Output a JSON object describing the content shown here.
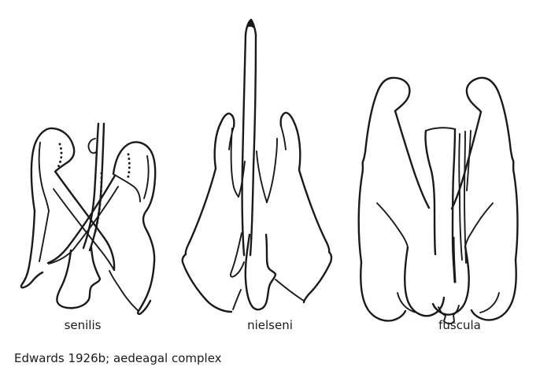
{
  "plate": {
    "background_color": "#ffffff",
    "ink_color": "#1a1a1a",
    "figures": [
      {
        "id": "senilis",
        "label": "senilis"
      },
      {
        "id": "nielseni",
        "label": "nielseni"
      },
      {
        "id": "fuscula",
        "label": "fuscula"
      }
    ],
    "caption": "Edwards 1926b; aedeagal complex"
  }
}
